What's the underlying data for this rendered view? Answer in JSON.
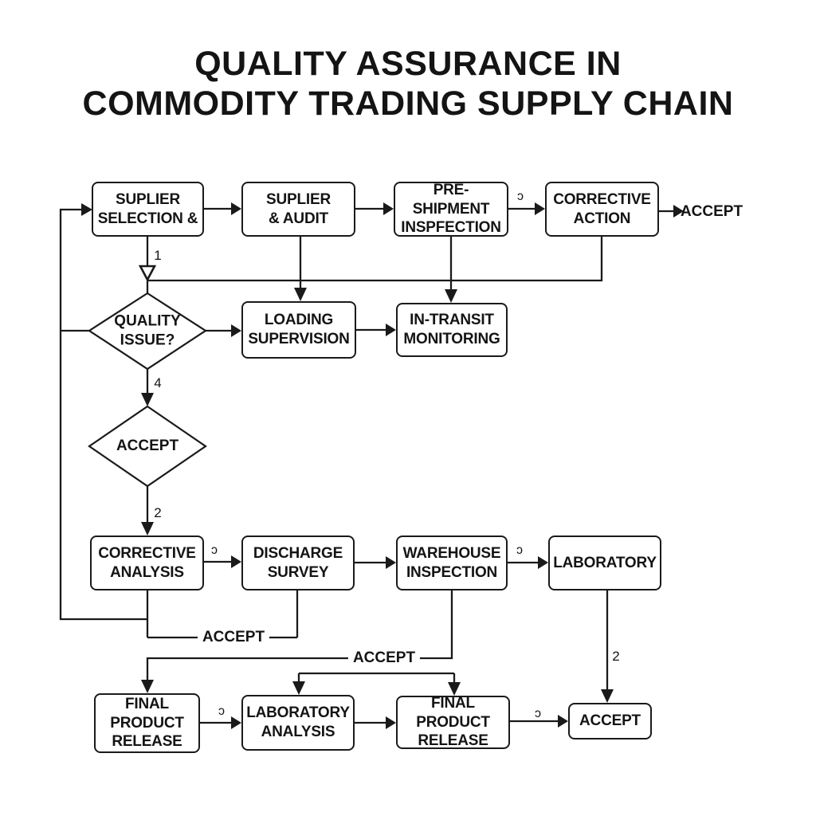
{
  "title": {
    "line1": "QUALITY ASSURANCE IN",
    "line2": "COMMODITY TRADING SUPPLY CHAIN"
  },
  "nodes": {
    "supplier_selection": {
      "label": "SUPLIER\nSELECTION &"
    },
    "supplier_audit": {
      "label": "SUPLIER\n& AUDIT"
    },
    "pre_shipment_inspection": {
      "label": "PRE-SHIPMENT\nINSPFECTION"
    },
    "corrective_action": {
      "label": "CORRECTIVE\nACTION"
    },
    "quality_issue_decision": {
      "label": "QUALITY\nISSUE?"
    },
    "loading_supervision": {
      "label": "LOADING\nSUPERVISION"
    },
    "in_transit_monitoring": {
      "label": "IN-TRANSIT\nMONITORING"
    },
    "accept_decision": {
      "label": "ACCEPT"
    },
    "corrective_analysis": {
      "label": "CORRECTIVE\nANALYSIS"
    },
    "discharge_survey": {
      "label": "DISCHARGE\nSURVEY"
    },
    "warehouse_inspection": {
      "label": "WAREHOUSE\nINSPECTION"
    },
    "laboratory": {
      "label": "LABORATORY"
    },
    "final_product_release_1": {
      "label": "FINAL\nPRODUCT\nRELEASE"
    },
    "laboratory_analysis": {
      "label": "LABORATORY\nANALYSIS"
    },
    "final_product_release_2": {
      "label": "FINAL PRODUCT\nRELEASE"
    },
    "accept_terminal": {
      "label": "ACCEPT"
    }
  },
  "edge_labels": {
    "accept_end_text": "ACCEPT",
    "accept_feedback_1": "ACCEPT",
    "accept_feedback_2": "ACCEPT",
    "num_1": "1",
    "num_4": "4",
    "num_2_left": "2",
    "num_2_right": "2",
    "glyph_1": "ɔ",
    "glyph_2": "ɔ",
    "glyph_3": "ɔ",
    "glyph_4": "ɔ",
    "glyph_5": "ɔ"
  },
  "colors": {
    "ink": "#141414",
    "background": "#ffffff"
  }
}
